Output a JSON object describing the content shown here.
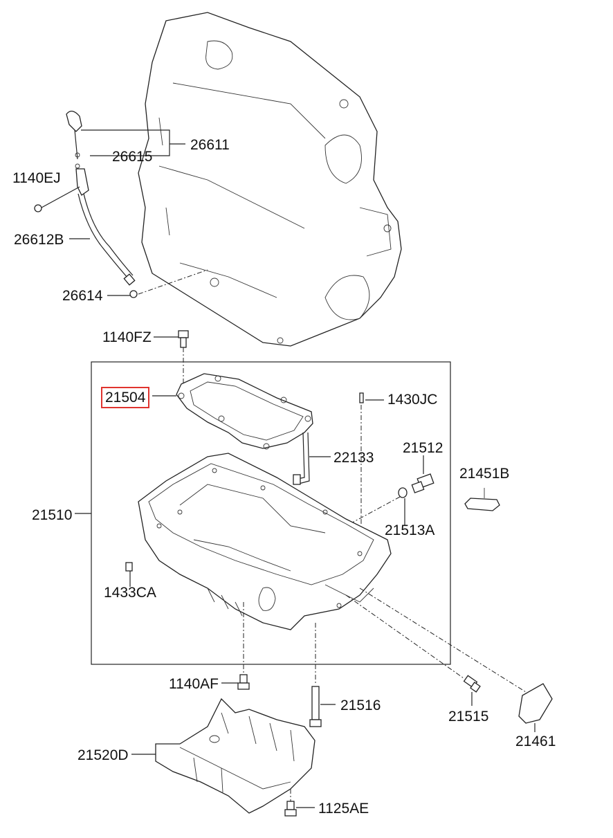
{
  "labels": {
    "p26611": "26611",
    "p26615": "26615",
    "p1140EJ": "1140EJ",
    "p26612B": "26612B",
    "p26614": "26614",
    "p1140FZ": "1140FZ",
    "p21504": "21504",
    "p1430JC": "1430JC",
    "p22133": "22133",
    "p21512": "21512",
    "p21451B": "21451B",
    "p21510": "21510",
    "p21513A": "21513A",
    "p1433CA": "1433CA",
    "p1140AF": "1140AF",
    "p21516": "21516",
    "p21515": "21515",
    "p21461": "21461",
    "p21520D": "21520D",
    "p1125AE": "1125AE"
  },
  "highlight": {
    "part": "21504",
    "color": "#e0332e"
  }
}
